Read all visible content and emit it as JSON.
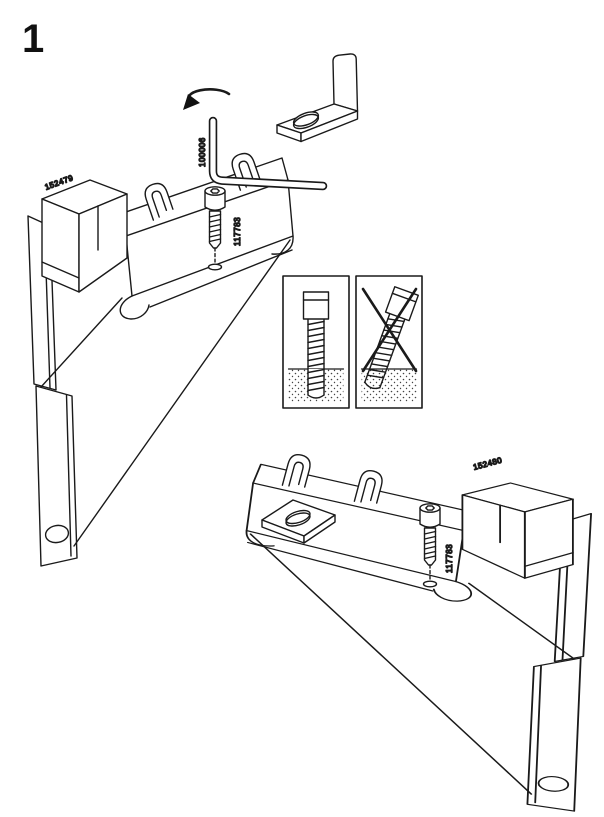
{
  "step": {
    "number": "1"
  },
  "top_assembly": {
    "bracket_label": "152479",
    "allen_key_label": "100006",
    "screw_label": "117783"
  },
  "bottom_assembly": {
    "bracket_label": "152480",
    "screw_label": "117783"
  },
  "icons": {
    "rotation_arrow": "turn-clockwise-arrow",
    "wrong_mark": "✕"
  },
  "colors": {
    "line": "#1a1a1a",
    "label_text": "#4a4a4a",
    "background": "#ffffff"
  }
}
